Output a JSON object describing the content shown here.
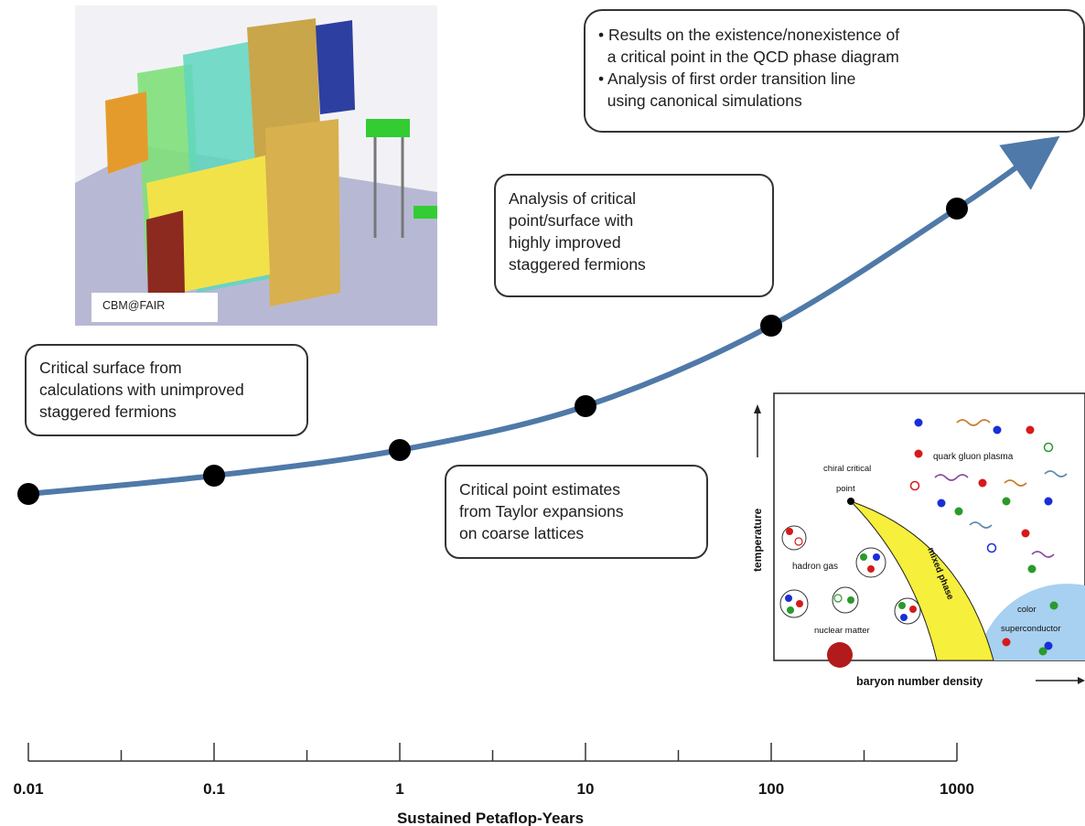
{
  "boxes": {
    "top_right": {
      "lines": [
        "• Results on the existence/nonexistence of",
        "  a critical point in the QCD phase diagram",
        "• Analysis of first order transition line",
        "  using canonical simulations"
      ]
    },
    "mid_upper": {
      "lines": [
        "Analysis of critical",
        "point/surface with",
        "highly improved",
        "staggered fermions"
      ]
    },
    "left": {
      "lines": [
        "Critical surface from",
        "calculations with unimproved",
        "staggered fermions"
      ]
    },
    "mid_lower": {
      "lines": [
        "Critical point estimates",
        "from Taylor expansions",
        "on coarse lattices"
      ]
    }
  },
  "detector_image": {
    "label": "CBM@FAIR"
  },
  "phase_diagram": {
    "y_label": "temperature",
    "x_label": "baryon number density",
    "chiral_point_label_1": "chiral critical",
    "chiral_point_label_2": "point",
    "qgp_label": "quark gluon plasma",
    "hadron_label": "hadron gas",
    "nuclear_label": "nuclear matter",
    "mixed_label": "mixed phase",
    "color_label_1": "color",
    "color_label_2": "superconductor"
  },
  "axis": {
    "title": "Sustained Petaflop-Years",
    "ticks": [
      "0.01",
      "0.1",
      "1",
      "10",
      "100",
      "1000"
    ]
  },
  "curve_points": [
    0.01,
    0.1,
    1,
    10,
    100,
    1000
  ],
  "colors": {
    "curve": "#4f79a8",
    "marker": "#000000",
    "border": "#333333"
  }
}
